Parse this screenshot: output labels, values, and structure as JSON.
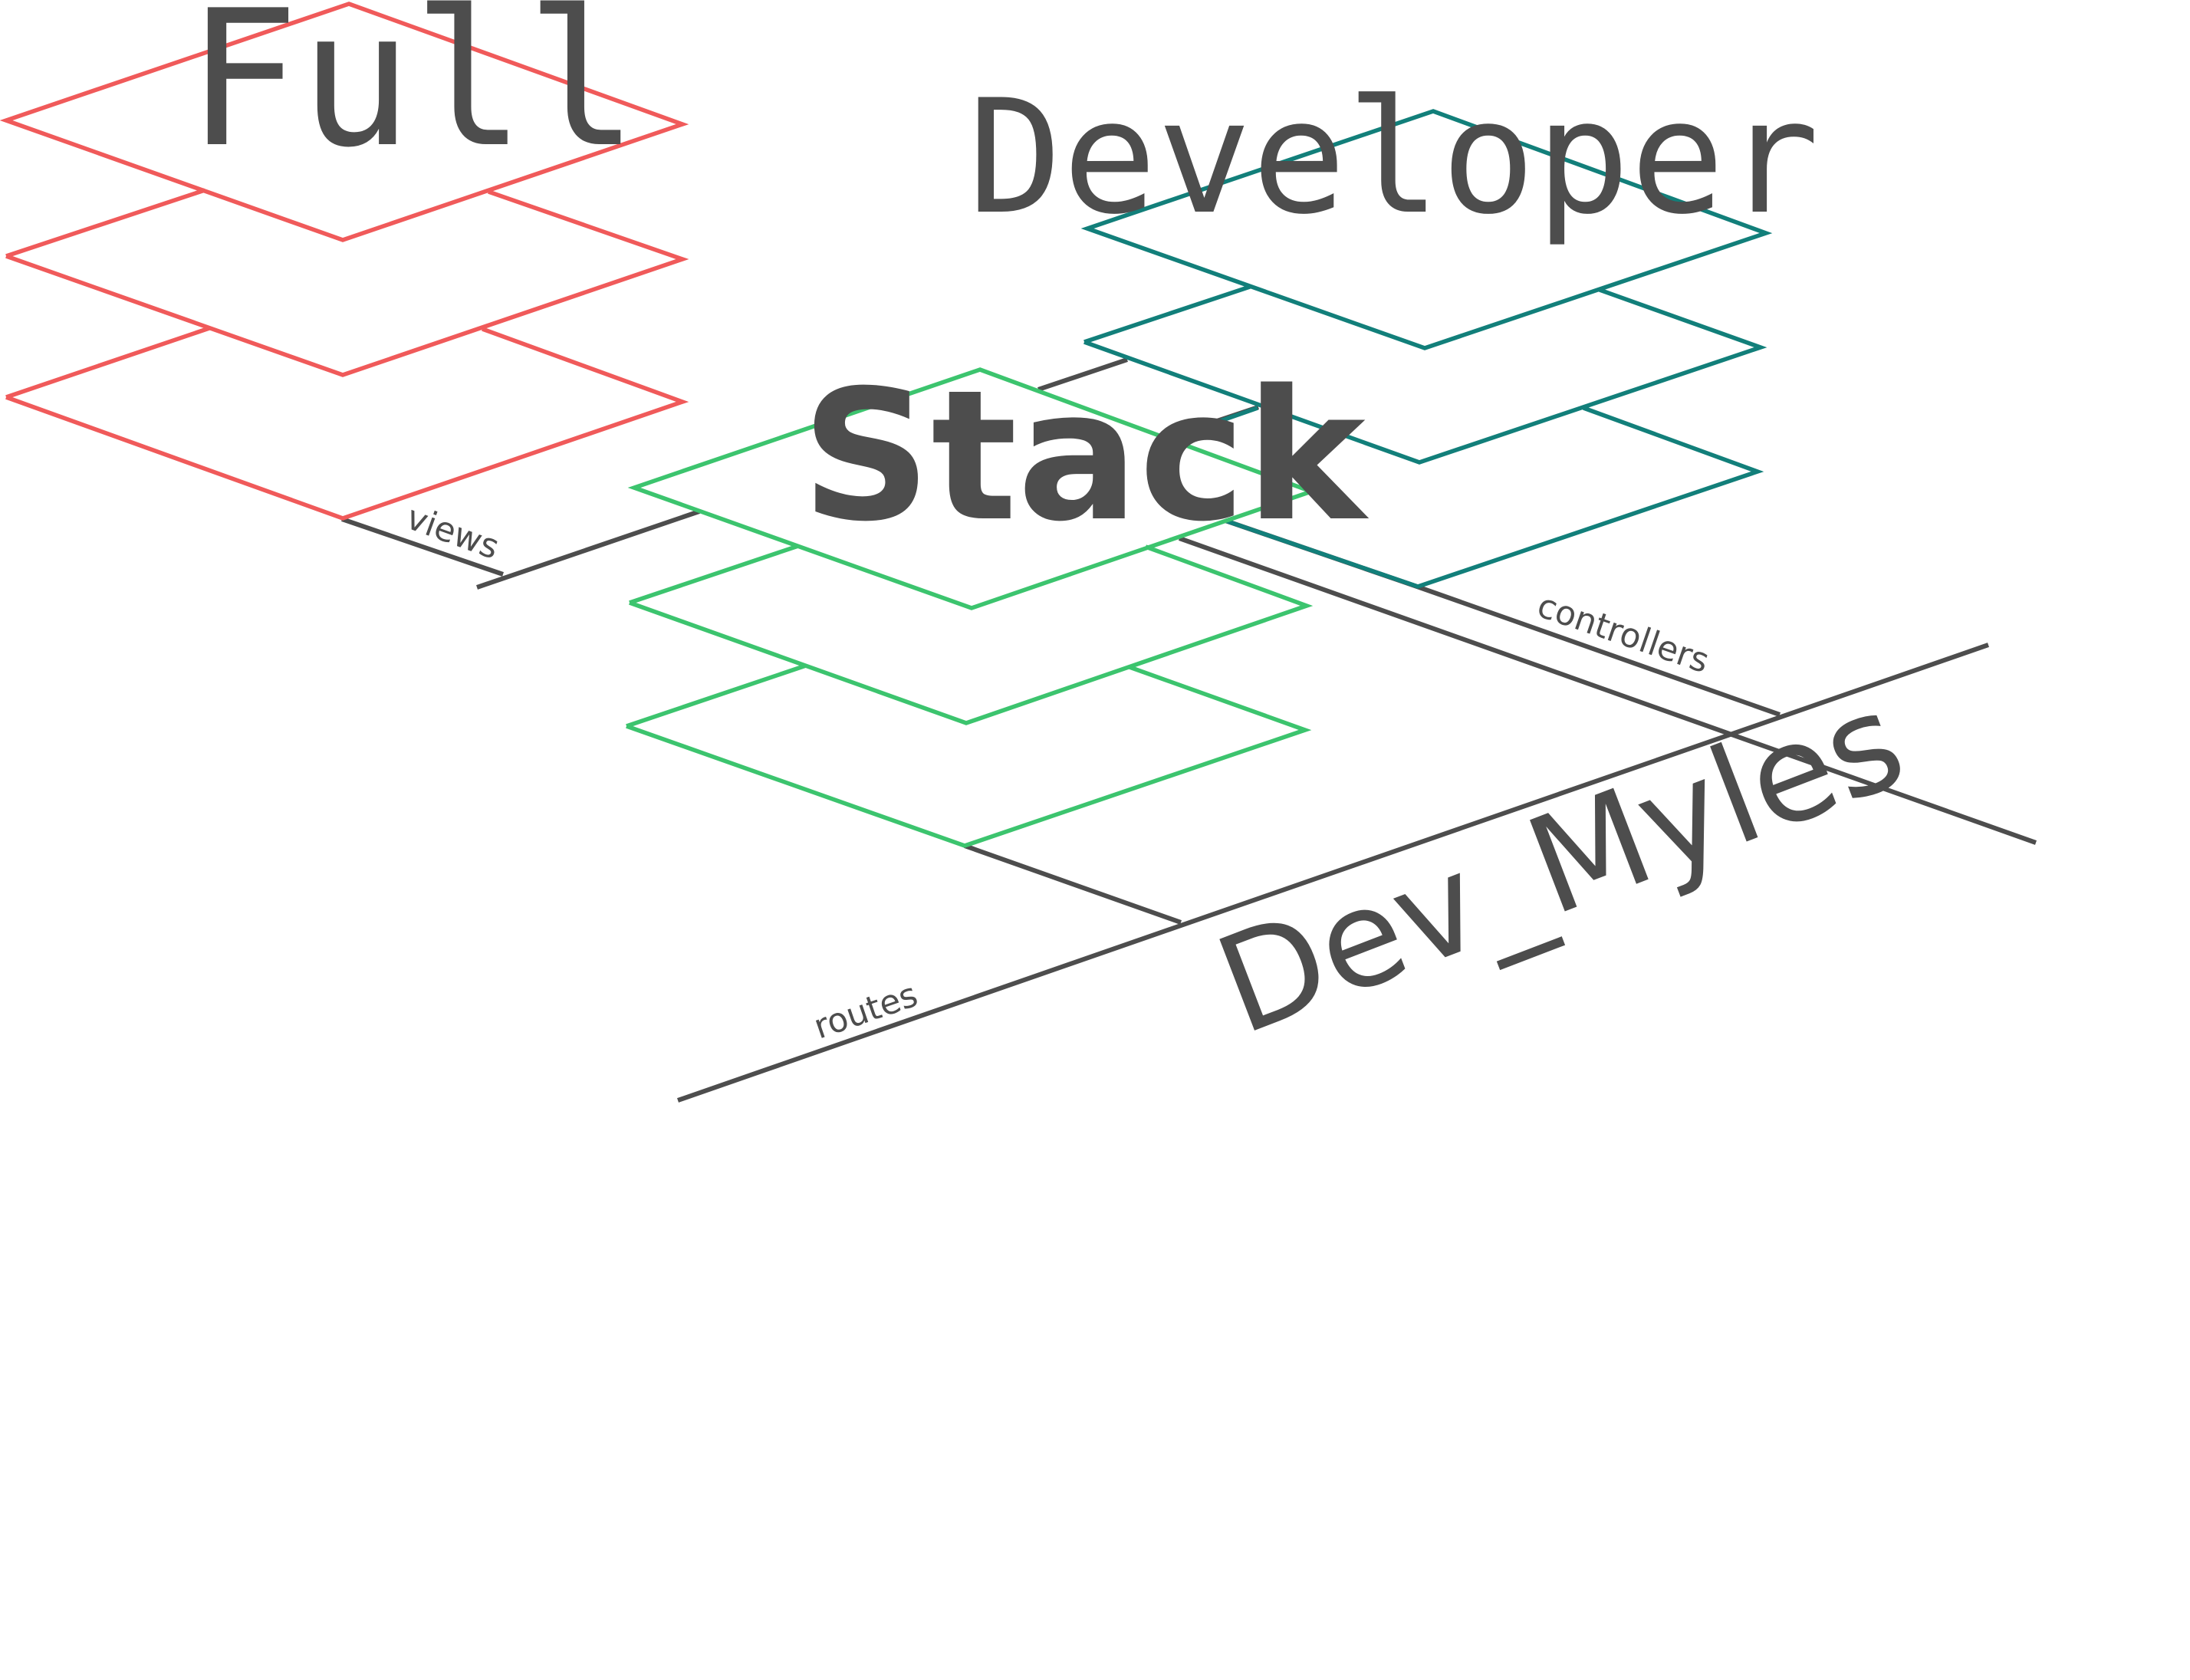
{
  "title": {
    "word1": "Full",
    "word2": "Developer",
    "word3": "Stack"
  },
  "brand": "Dev_Myles",
  "labels": {
    "views": "views",
    "controllers": "controllers",
    "routes": "routes"
  },
  "colors": {
    "views_stack": "#f05a5a",
    "controllers_stack": "#127f7a",
    "routes_stack": "#3cc46e",
    "ink": "#4d4d4d",
    "background": "#ffffff"
  }
}
